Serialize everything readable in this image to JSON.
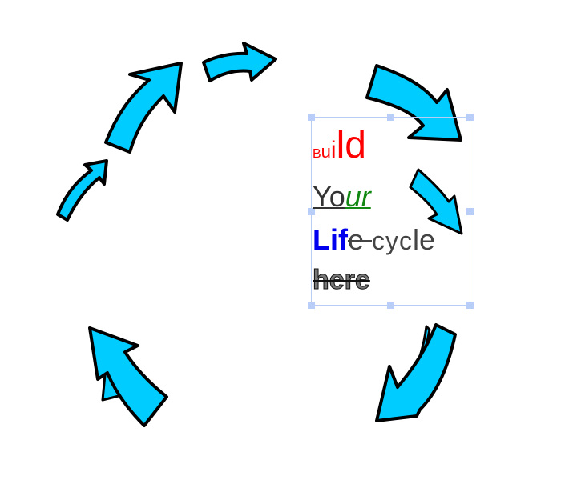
{
  "canvas": {
    "background_color": "#ffffff",
    "arrow_fill_color": "#00ccff",
    "arrow_outline_color": "#000000",
    "selection_color": "#b7cdf5",
    "arrow_icons": [
      "curved-arrow-icon",
      "curved-arrow-icon",
      "curved-arrow-icon",
      "curved-arrow-icon",
      "curved-arrow-icon",
      "curved-arrow-icon",
      "double-arrow-icon",
      "double-arrow-icon"
    ]
  },
  "textbox": {
    "line1": [
      "B",
      "u",
      "i",
      "ld"
    ],
    "line2": [
      "Yo",
      "ur"
    ],
    "line3": [
      "Lif",
      "e ",
      "cyc",
      "le"
    ],
    "line4": "here",
    "colors": {
      "line1": "#ff0000",
      "line2_end": "#118811",
      "line3_start": "#0000ee",
      "default": "#333333"
    }
  }
}
